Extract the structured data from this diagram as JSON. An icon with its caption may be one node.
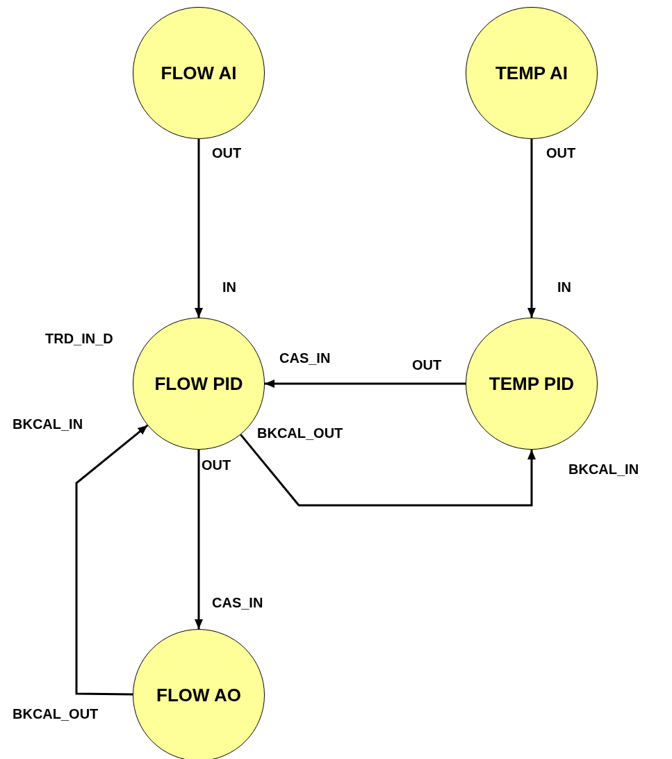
{
  "diagram": {
    "nodes": [
      {
        "text": [
          "FLOW AI"
        ],
        "beside": [
          "OUT"
        ]
      },
      {
        "text": [
          "TEMP AI"
        ],
        "beside": [
          "OUT"
        ]
      },
      {
        "text": [
          "FLOW PID"
        ],
        "beside": [
          "IN",
          "TRD_IN_D",
          "CAS_IN",
          "BKCAL_IN",
          "BKCAL_OUT",
          "OUT"
        ]
      },
      {
        "text": [
          "TEMP PID"
        ],
        "beside": [
          "IN",
          "OUT",
          "BKCAL_IN"
        ]
      },
      {
        "text": [
          "FLOW AO"
        ],
        "beside": [
          "CAS_IN",
          "BKCAL_OUT"
        ]
      }
    ],
    "edges": [
      {
        "from": 0,
        "to": 2,
        "arrow": "to"
      },
      {
        "from": 1,
        "to": 3,
        "arrow": "to"
      },
      {
        "from": 3,
        "to": 2,
        "arrow": "to"
      },
      {
        "from": 2,
        "to": 3,
        "arrow": "to"
      },
      {
        "from": 2,
        "to": 4,
        "arrow": "to"
      },
      {
        "from": 4,
        "to": 2,
        "arrow": "to"
      }
    ]
  }
}
